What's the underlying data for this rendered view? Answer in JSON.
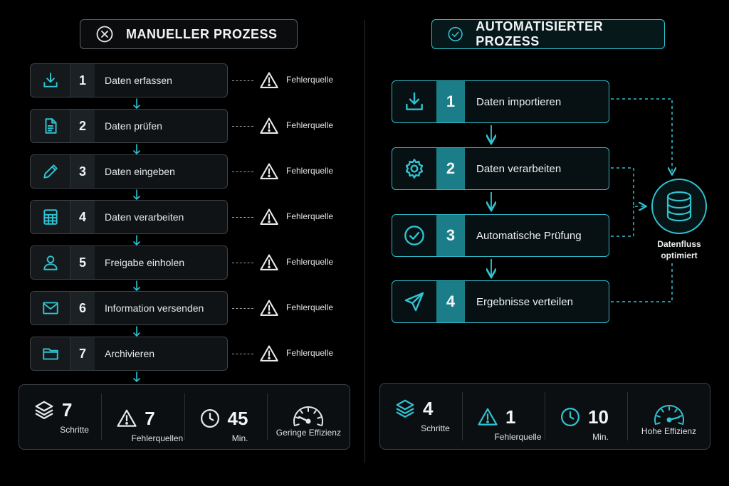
{
  "colors": {
    "accent": "#2fc3d1",
    "background": "#000000",
    "muted": "#9aa1a7"
  },
  "manual": {
    "title": "MANUELLER PROZESS",
    "title_icon": "x-circle-icon",
    "steps": [
      {
        "num": "1",
        "label": "Daten erfassen",
        "icon": "download-icon",
        "note": "Fehlerquelle"
      },
      {
        "num": "2",
        "label": "Daten prüfen",
        "icon": "document-icon",
        "note": "Fehlerquelle"
      },
      {
        "num": "3",
        "label": "Daten eingeben",
        "icon": "pencil-icon",
        "note": "Fehlerquelle"
      },
      {
        "num": "4",
        "label": "Daten verarbeiten",
        "icon": "calculator-icon",
        "note": "Fehlerquelle"
      },
      {
        "num": "5",
        "label": "Freigabe einholen",
        "icon": "user-icon",
        "note": "Fehlerquelle"
      },
      {
        "num": "6",
        "label": "Information versenden",
        "icon": "mail-icon",
        "note": "Fehlerquelle"
      },
      {
        "num": "7",
        "label": "Archivieren",
        "icon": "folder-icon",
        "note": "Fehlerquelle"
      }
    ],
    "stats": [
      {
        "value": "7",
        "label": "Schritte",
        "icon": "layers-icon"
      },
      {
        "value": "7",
        "label": "Fehlerquellen",
        "icon": "warning-icon"
      },
      {
        "value": "45",
        "label": "Min.",
        "icon": "clock-icon"
      },
      {
        "value": "",
        "label": "Geringe Effizienz",
        "icon": "gauge-low-icon",
        "level": 0.2
      }
    ]
  },
  "auto": {
    "title": "AUTOMATISIERTER PROZESS",
    "title_icon": "check-circle-icon",
    "steps": [
      {
        "num": "1",
        "label": "Daten importieren",
        "icon": "download-icon"
      },
      {
        "num": "2",
        "label": "Daten verarbeiten",
        "icon": "gear-icon"
      },
      {
        "num": "3",
        "label": "Automatische Prüfung",
        "icon": "check-circle-icon"
      },
      {
        "num": "4",
        "label": "Ergebnisse verteilen",
        "icon": "send-icon"
      }
    ],
    "database": {
      "label_line1": "Datenfluss",
      "label_line2": "optimiert",
      "icon": "database-icon"
    },
    "stats": [
      {
        "value": "4",
        "label": "Schritte",
        "icon": "layers-icon"
      },
      {
        "value": "1",
        "label": "Fehlerquelle",
        "icon": "warning-icon"
      },
      {
        "value": "10",
        "label": "Min.",
        "icon": "clock-icon"
      },
      {
        "value": "",
        "label": "Hohe Effizienz",
        "icon": "gauge-high-icon",
        "level": 0.85
      }
    ]
  }
}
